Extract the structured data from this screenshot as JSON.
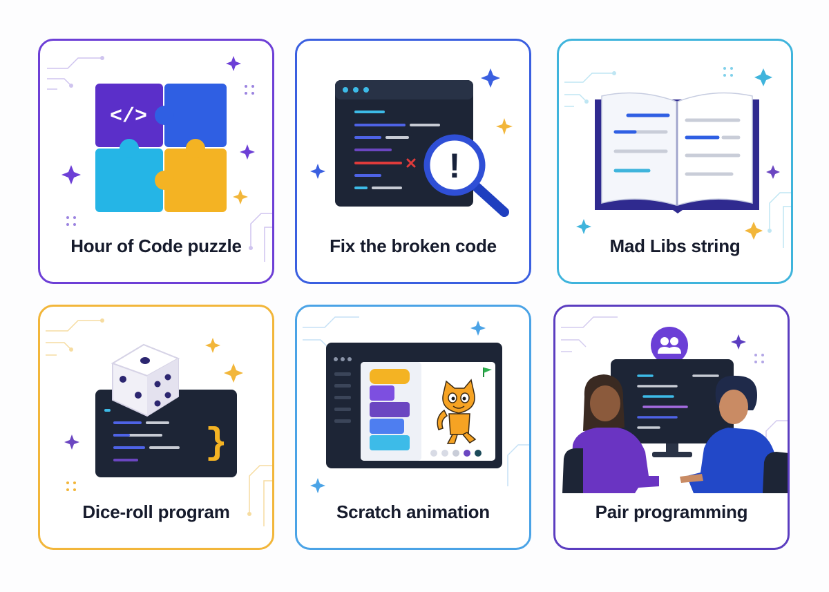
{
  "cards": [
    {
      "title": "Hour of Code puzzle",
      "icon": "puzzle-code-icon",
      "accent": "#6d3fd6"
    },
    {
      "title": "Fix the broken code",
      "icon": "code-magnifier-icon",
      "accent": "#3a5fe0"
    },
    {
      "title": "Mad Libs string",
      "icon": "open-book-icon",
      "accent": "#3fb4dc"
    },
    {
      "title": "Dice-roll program",
      "icon": "dice-code-icon",
      "accent": "#f2b63a"
    },
    {
      "title": "Scratch animation",
      "icon": "scratch-editor-icon",
      "accent": "#4aa3e6"
    },
    {
      "title": "Pair programming",
      "icon": "pair-programming-icon",
      "accent": "#5b3dc0"
    }
  ],
  "symbols": {
    "code_tag": "</>",
    "exclamation": "!",
    "brace": "}"
  }
}
